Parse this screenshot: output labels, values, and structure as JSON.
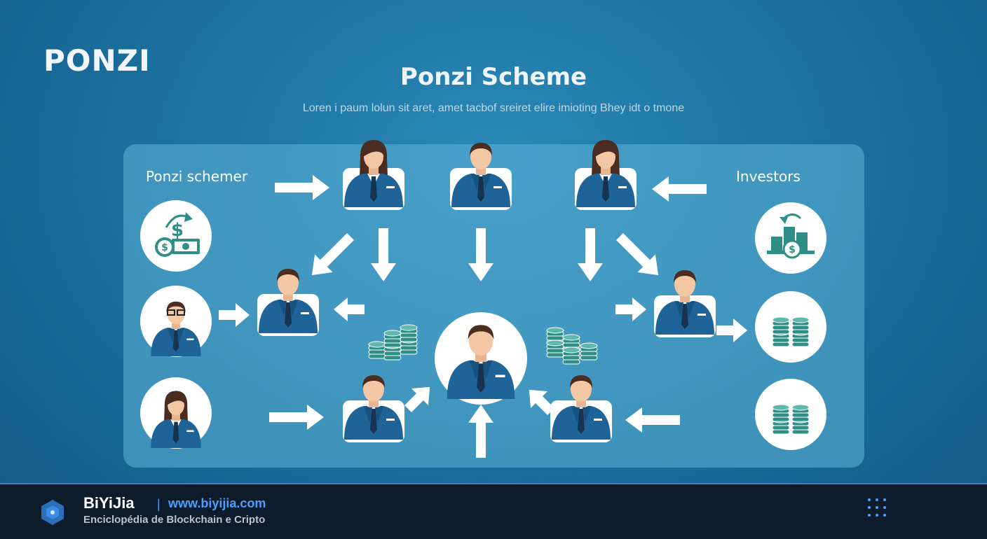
{
  "header": {
    "brand": "PONZI",
    "title": "Ponzi Scheme",
    "subtitle": "Loren i paum lolun sit aret, amet tacbof sreiret elire imioting Bhey idt o tmone"
  },
  "labels": {
    "left": "Ponzi schemer",
    "right": "Investors"
  },
  "icons": {
    "left_column": [
      "money-transfer-icon",
      "person-glasses-icon",
      "person-woman-icon"
    ],
    "right_column": [
      "money-stack-icon",
      "coin-stacks-icon",
      "coin-stacks-icon"
    ]
  },
  "footer": {
    "name": "BiYiJia",
    "separator": "|",
    "url": "www.biyijia.com",
    "tagline": "Enciclopédia de Blockchain e Cripto"
  },
  "colors": {
    "suit": "#1f6499",
    "skin": "#f3c6a4",
    "hair_dark": "#4a2c20",
    "coin": "#2f8f86",
    "accent_link": "#4aa0ff"
  }
}
